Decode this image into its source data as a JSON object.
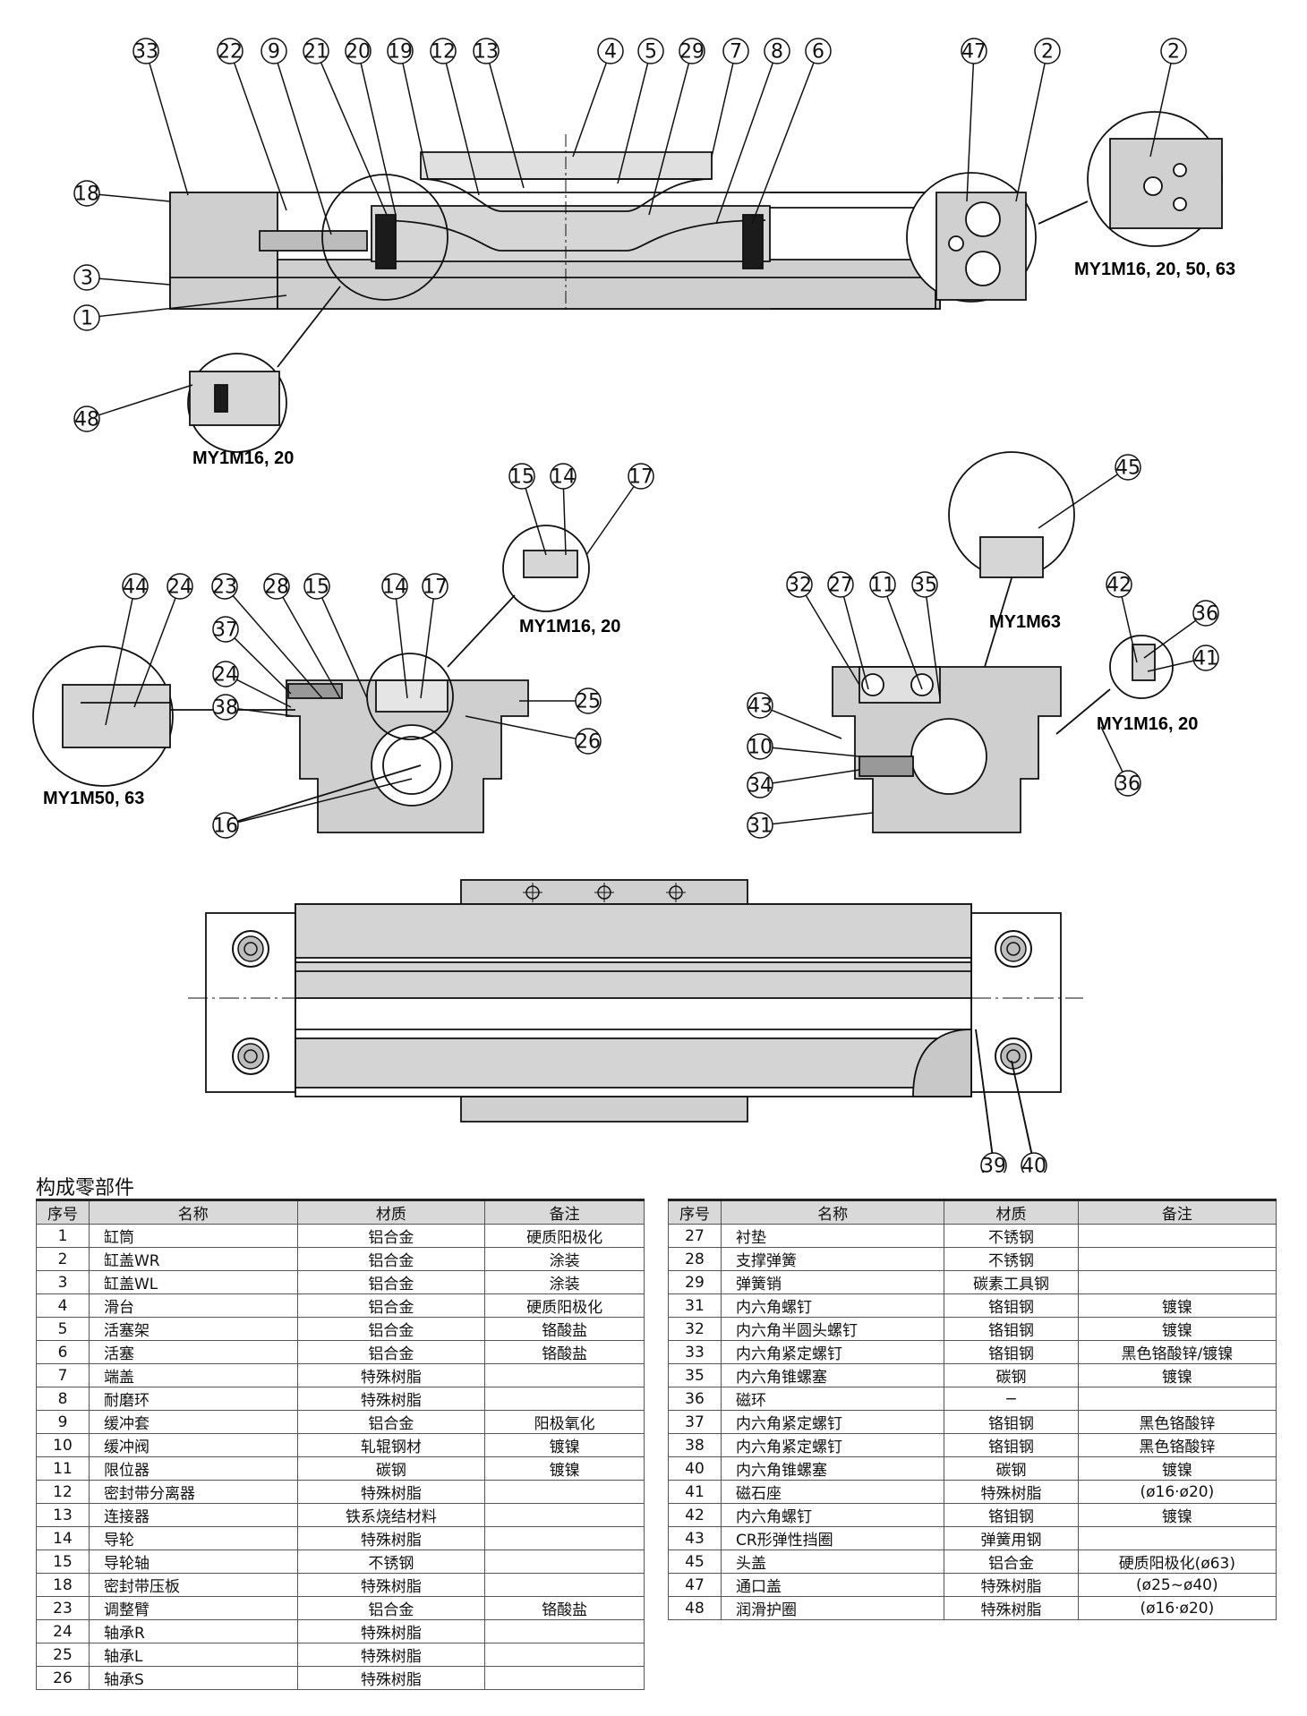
{
  "models": {
    "top_right": "MY1M16, 20, 50, 63",
    "top_left_detail": "MY1M16, 20",
    "mid_guide_detail": "MY1M16, 20",
    "mid_left_detail": "MY1M50, 63",
    "mid_right_top": "MY1M63",
    "mid_right_side": "MY1M16, 20"
  },
  "callouts": {
    "top_row": [
      "33",
      "22",
      "9",
      "21",
      "20",
      "19",
      "12",
      "13",
      "4",
      "5",
      "29",
      "7",
      "8",
      "6",
      "47",
      "2",
      "2"
    ],
    "top_left_side": [
      "18",
      "3",
      "1"
    ],
    "top_detail": [
      "48"
    ],
    "mid_guide": [
      "15",
      "14",
      "17"
    ],
    "mid_left_row": [
      "44",
      "24",
      "23",
      "28",
      "15",
      "14",
      "17"
    ],
    "mid_left_side": [
      "37",
      "24",
      "38",
      "25",
      "26",
      "16"
    ],
    "mid_right_row": [
      "32",
      "27",
      "11",
      "35",
      "45",
      "42",
      "36",
      "41"
    ],
    "mid_right_side": [
      "43",
      "10",
      "34",
      "31",
      "36"
    ],
    "bottom": [
      "39",
      "40"
    ]
  },
  "parts_title": "构成零部件",
  "table_headers": {
    "no": "序号",
    "name": "名称",
    "material": "材质",
    "remark": "备注"
  },
  "parts_left": [
    {
      "no": "1",
      "name": "缸筒",
      "material": "铝合金",
      "remark": "硬质阳极化"
    },
    {
      "no": "2",
      "name": "缸盖WR",
      "material": "铝合金",
      "remark": "涂装"
    },
    {
      "no": "3",
      "name": "缸盖WL",
      "material": "铝合金",
      "remark": "涂装"
    },
    {
      "no": "4",
      "name": "滑台",
      "material": "铝合金",
      "remark": "硬质阳极化"
    },
    {
      "no": "5",
      "name": "活塞架",
      "material": "铝合金",
      "remark": "铬酸盐"
    },
    {
      "no": "6",
      "name": "活塞",
      "material": "铝合金",
      "remark": "铬酸盐"
    },
    {
      "no": "7",
      "name": "端盖",
      "material": "特殊树脂",
      "remark": ""
    },
    {
      "no": "8",
      "name": "耐磨环",
      "material": "特殊树脂",
      "remark": ""
    },
    {
      "no": "9",
      "name": "缓冲套",
      "material": "铝合金",
      "remark": "阳极氧化"
    },
    {
      "no": "10",
      "name": "缓冲阀",
      "material": "轧辊钢材",
      "remark": "镀镍"
    },
    {
      "no": "11",
      "name": "限位器",
      "material": "碳钢",
      "remark": "镀镍"
    },
    {
      "no": "12",
      "name": "密封带分离器",
      "material": "特殊树脂",
      "remark": ""
    },
    {
      "no": "13",
      "name": "连接器",
      "material": "铁系烧结材料",
      "remark": ""
    },
    {
      "no": "14",
      "name": "导轮",
      "material": "特殊树脂",
      "remark": ""
    },
    {
      "no": "15",
      "name": "导轮轴",
      "material": "不锈钢",
      "remark": ""
    },
    {
      "no": "18",
      "name": "密封带压板",
      "material": "特殊树脂",
      "remark": ""
    },
    {
      "no": "23",
      "name": "调整臂",
      "material": "铝合金",
      "remark": "铬酸盐"
    },
    {
      "no": "24",
      "name": "轴承R",
      "material": "特殊树脂",
      "remark": ""
    },
    {
      "no": "25",
      "name": "轴承L",
      "material": "特殊树脂",
      "remark": ""
    },
    {
      "no": "26",
      "name": "轴承S",
      "material": "特殊树脂",
      "remark": ""
    }
  ],
  "parts_right": [
    {
      "no": "27",
      "name": "衬垫",
      "material": "不锈钢",
      "remark": ""
    },
    {
      "no": "28",
      "name": "支撑弹簧",
      "material": "不锈钢",
      "remark": ""
    },
    {
      "no": "29",
      "name": "弹簧销",
      "material": "碳素工具钢",
      "remark": ""
    },
    {
      "no": "31",
      "name": "内六角螺钉",
      "material": "铬钼钢",
      "remark": "镀镍"
    },
    {
      "no": "32",
      "name": "内六角半圆头螺钉",
      "material": "铬钼钢",
      "remark": "镀镍"
    },
    {
      "no": "33",
      "name": "内六角紧定螺钉",
      "material": "铬钼钢",
      "remark": "黑色铬酸锌/镀镍"
    },
    {
      "no": "35",
      "name": "内六角锥螺塞",
      "material": "碳钢",
      "remark": "镀镍"
    },
    {
      "no": "36",
      "name": "磁环",
      "material": "−",
      "remark": ""
    },
    {
      "no": "37",
      "name": "内六角紧定螺钉",
      "material": "铬钼钢",
      "remark": "黑色铬酸锌"
    },
    {
      "no": "38",
      "name": "内六角紧定螺钉",
      "material": "铬钼钢",
      "remark": "黑色铬酸锌"
    },
    {
      "no": "40",
      "name": "内六角锥螺塞",
      "material": "碳钢",
      "remark": "镀镍"
    },
    {
      "no": "41",
      "name": "磁石座",
      "material": "特殊树脂",
      "remark": "(ø16·ø20)"
    },
    {
      "no": "42",
      "name": "内六角螺钉",
      "material": "铬钼钢",
      "remark": "镀镍"
    },
    {
      "no": "43",
      "name": "CR形弹性挡圈",
      "material": "弹簧用钢",
      "remark": ""
    },
    {
      "no": "45",
      "name": "头盖",
      "material": "铝合金",
      "remark": "硬质阳极化(ø63)"
    },
    {
      "no": "47",
      "name": "通口盖",
      "material": "特殊树脂",
      "remark": "(ø25~ø40)"
    },
    {
      "no": "48",
      "name": "润滑护圈",
      "material": "特殊树脂",
      "remark": "(ø16·ø20)"
    }
  ]
}
